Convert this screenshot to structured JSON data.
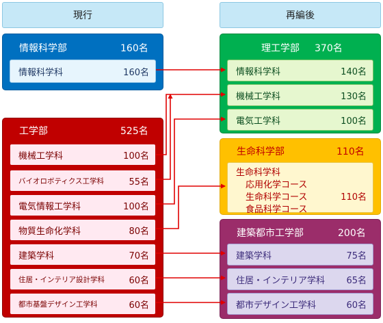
{
  "headers": {
    "current": "現行",
    "new": "再編後"
  },
  "current": {
    "info": {
      "title": "情報科学部",
      "count": "160名",
      "items": [
        {
          "label": "情報科学科",
          "count": "160名"
        }
      ]
    },
    "eng": {
      "title": "工学部",
      "count": "525名",
      "items": [
        {
          "label": "機械工学科",
          "count": "100名"
        },
        {
          "label": "バイオロボティクス工学科",
          "count": "55名"
        },
        {
          "label": "電気情報工学科",
          "count": "100名"
        },
        {
          "label": "物質生命化学科",
          "count": "80名"
        },
        {
          "label": "建築学科",
          "count": "70名"
        },
        {
          "label": "住居・インテリア設計学科",
          "count": "60名"
        },
        {
          "label": "都市基盤デザイン工学科",
          "count": "60名"
        }
      ]
    }
  },
  "new": {
    "sci": {
      "title": "理工学部",
      "count": "370名",
      "items": [
        {
          "label": "情報科学科",
          "count": "140名"
        },
        {
          "label": "機械工学科",
          "count": "130名"
        },
        {
          "label": "電気工学科",
          "count": "100名"
        }
      ]
    },
    "life": {
      "title": "生命科学部",
      "count": "110名",
      "dept": "生命科学科",
      "courses": [
        "応用化学コース",
        "生命科学コース",
        "食品科学コース"
      ],
      "count_inner": "110名"
    },
    "arch": {
      "title": "建築都市工学部",
      "count": "200名",
      "items": [
        {
          "label": "建築学科",
          "count": "75名"
        },
        {
          "label": "住居・インテリア学科",
          "count": "65名"
        },
        {
          "label": "都市デザイン工学科",
          "count": "60名"
        }
      ]
    }
  },
  "colors": {
    "arrow": "#e00000",
    "header_bg": "#c6e8f7",
    "info": "#0070c0",
    "eng": "#c00000",
    "sci": "#00b050",
    "life": "#ffc000",
    "arch": "#9b2d6a"
  }
}
